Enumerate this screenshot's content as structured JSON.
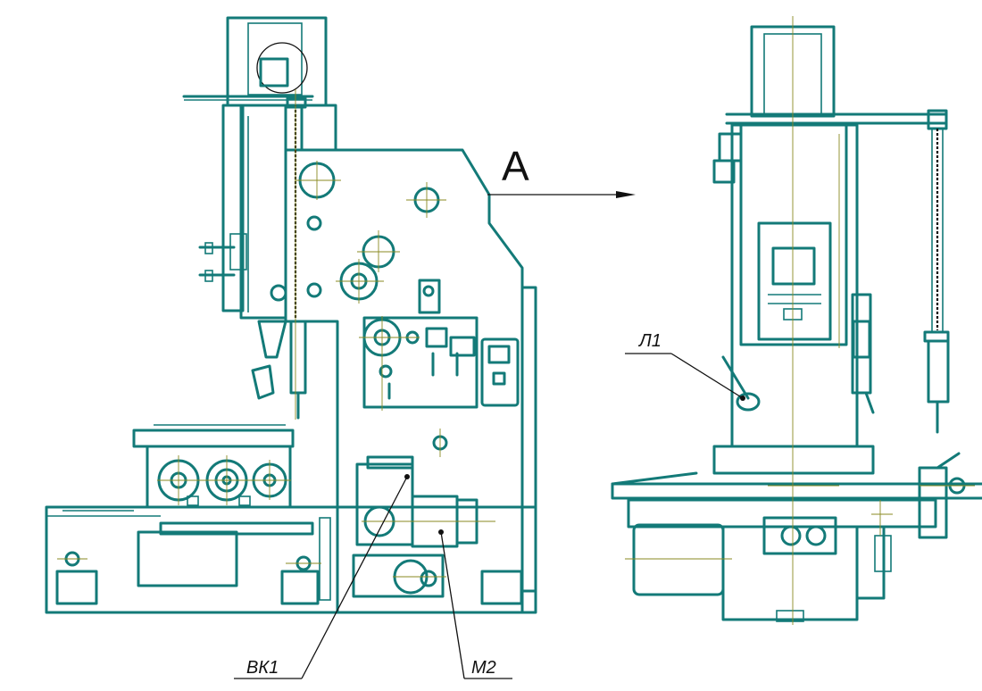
{
  "view_label": "A",
  "labels": {
    "l1": "Л1",
    "vk1": "ВК1",
    "m2": "М2"
  },
  "colors": {
    "line": "#137a78",
    "centerline": "#8a8a22",
    "leader": "#111111",
    "background": "#ffffff"
  }
}
